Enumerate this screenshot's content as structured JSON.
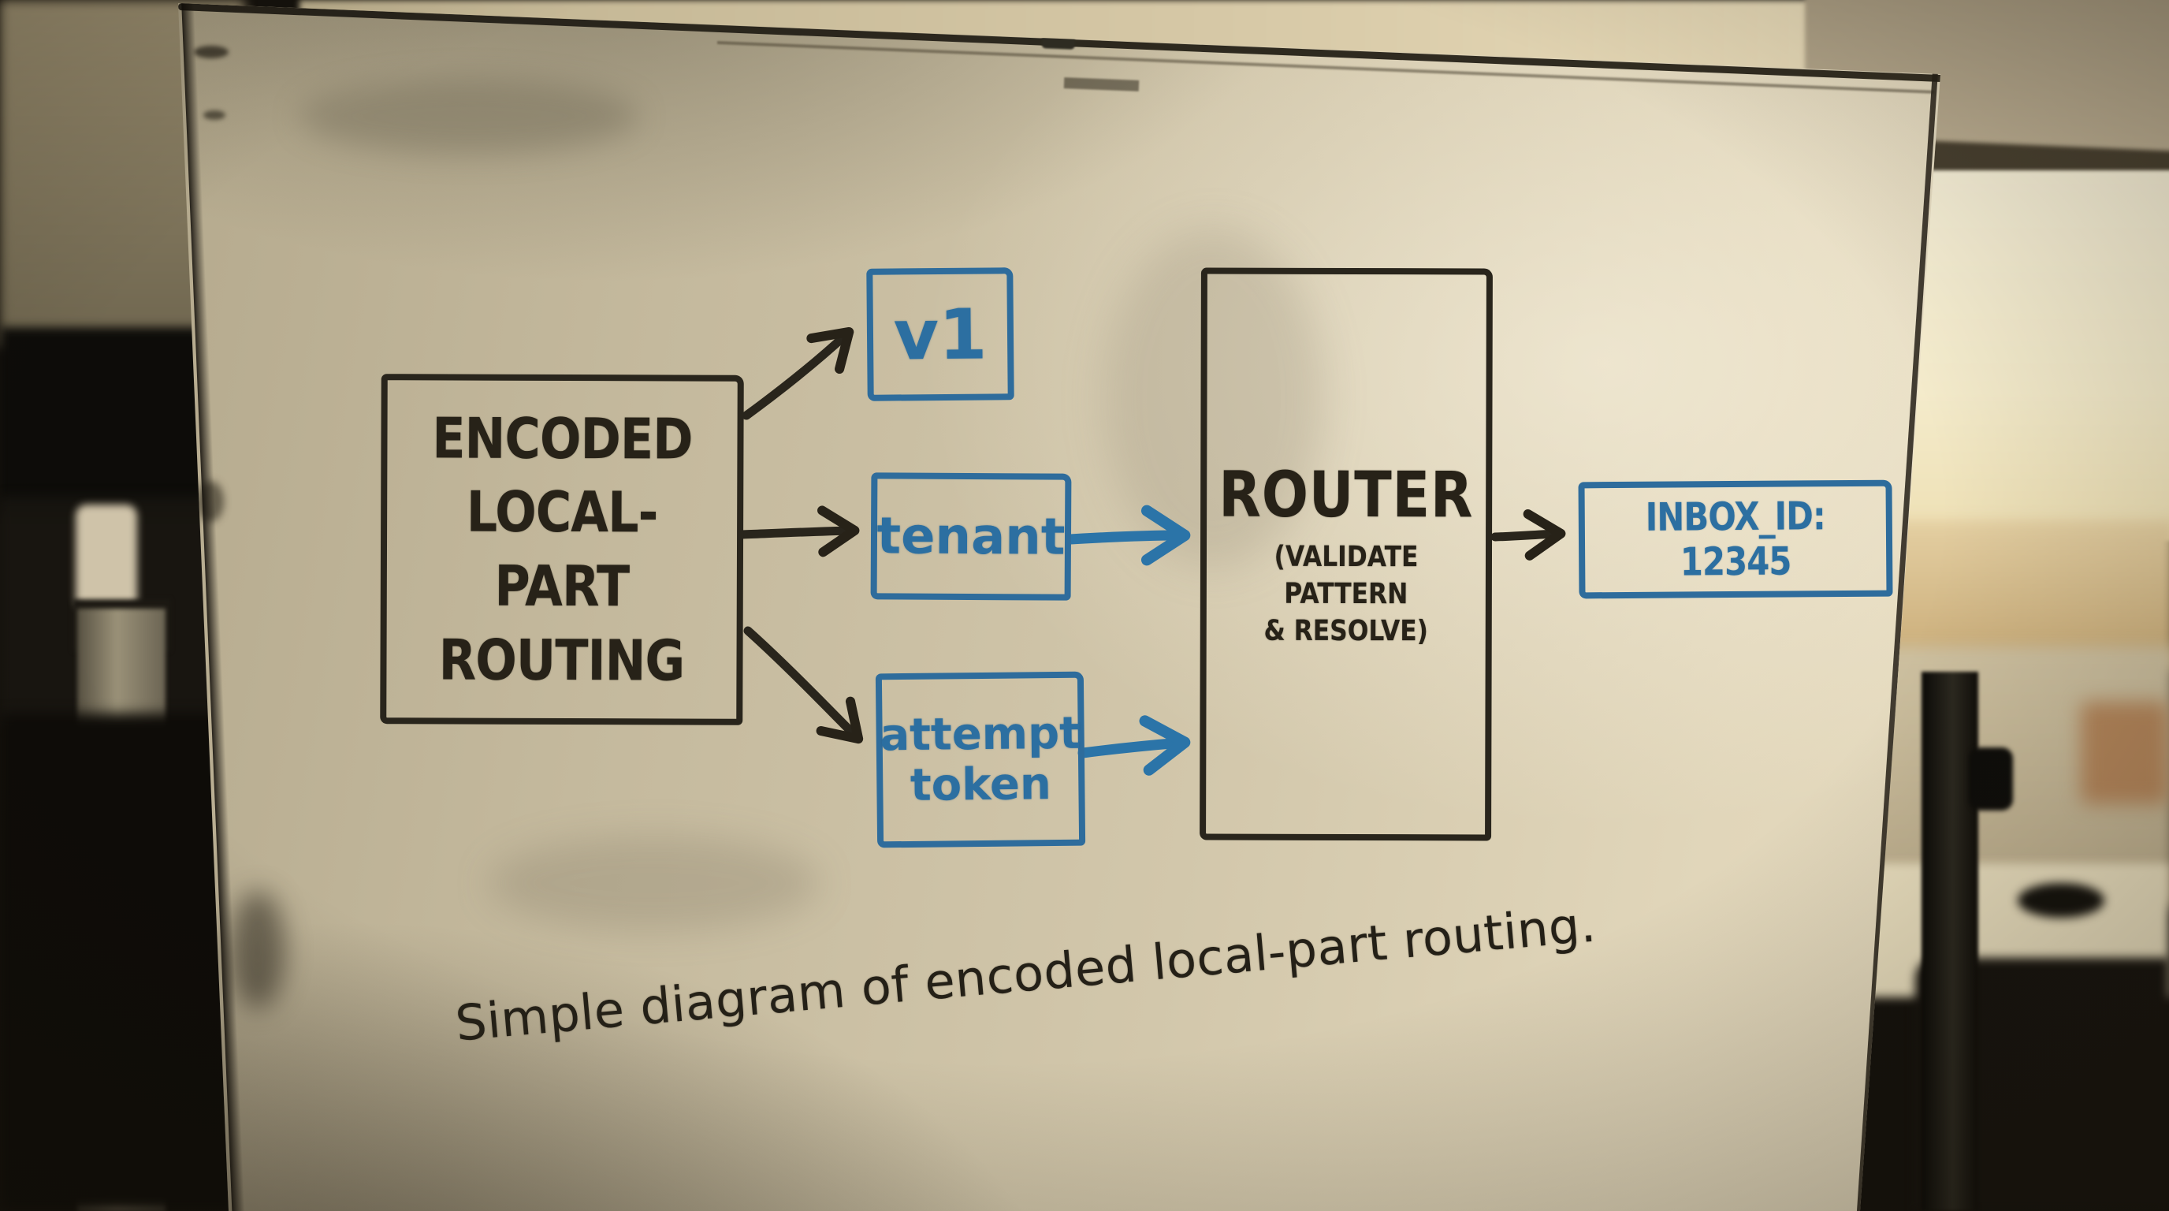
{
  "colors": {
    "marker_black": "#272218",
    "marker_blue": "#2c6fa1",
    "board_light": "#e8ddc1",
    "board_mid": "#c8bda1",
    "board_shadow": "#6f664f",
    "window_glow": "#f6efd6"
  },
  "diagram": {
    "source_box": {
      "line1": "ENCODED",
      "line2": "LOCAL-PART",
      "line3": "ROUTING"
    },
    "version_box": {
      "label": "v1"
    },
    "tenant_box": {
      "label": "tenant"
    },
    "attempt_box": {
      "line1": "attempt",
      "line2": "token"
    },
    "router_box": {
      "title": "ROUTER",
      "subtitle_line1": "(VALIDATE PATTERN",
      "subtitle_line2": "& RESOLVE)"
    },
    "output_box": {
      "label": "INBOX_ID: 12345"
    },
    "caption": "Simple diagram of encoded local-part routing."
  }
}
